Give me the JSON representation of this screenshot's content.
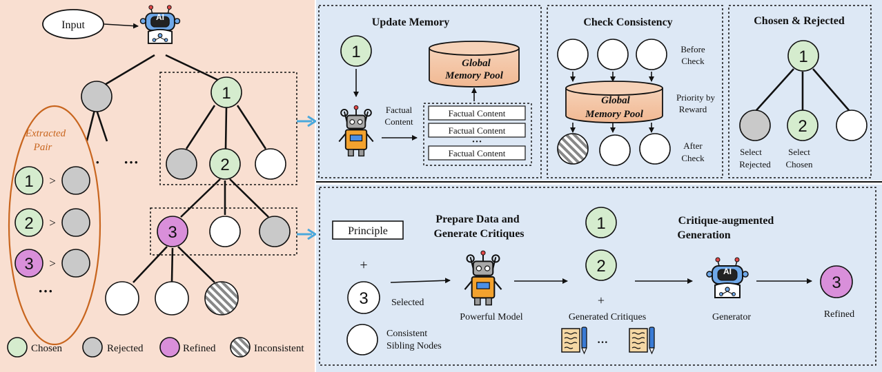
{
  "tree": {
    "input_label": "Input",
    "extracted_pair_label": "Extracted Pair",
    "ellipsis": "···",
    "vertical_ellipsis": "···",
    "node_1": "1",
    "node_2": "2",
    "node_3": "3",
    "gt": ">"
  },
  "legend": {
    "chosen": "Chosen",
    "rejected": "Rejected",
    "refined": "Refined",
    "inconsistent": "Inconsistent"
  },
  "update_memory": {
    "title": "Update Memory",
    "node": "1",
    "pool_line1": "Global",
    "pool_line2": "Memory Pool",
    "factual_content_line1": "Factual",
    "factual_content_line2": "Content",
    "items": [
      "Factual Content",
      "Factual Content",
      "Factual Content"
    ],
    "ellipsis": "···"
  },
  "check_consistency": {
    "title": "Check Consistency",
    "before_line1": "Before",
    "before_line2": "Check",
    "pool_line1": "Global",
    "pool_line2": "Memory Pool",
    "priority_line1": "Priority by",
    "priority_line2": "Reward",
    "after_line1": "After",
    "after_line2": "Check"
  },
  "chosen_rejected": {
    "title": "Chosen & Rejected",
    "top_node": "1",
    "chosen_node": "2",
    "select_rejected_line1": "Select",
    "select_rejected_line2": "Rejected",
    "select_chosen_line1": "Select",
    "select_chosen_line2": "Chosen"
  },
  "bottom": {
    "principle": "Principle",
    "plus": "+",
    "selected_node": "3",
    "selected": "Selected",
    "consistent_line1": "Consistent",
    "consistent_line2": "Sibling Nodes",
    "prepare_line1": "Prepare Data and",
    "prepare_line2": "Generate Critiques",
    "powerful_model": "Powerful Model",
    "node_1": "1",
    "node_2": "2",
    "generated_critiques": "Generated Critiques",
    "ellipsis": "···",
    "critique_line1": "Critique-augmented",
    "critique_line2": "Generation",
    "generator": "Generator",
    "refined_node": "3",
    "refined": "Refined",
    "ai_badge": "AI"
  },
  "colors": {
    "left_bg": "#f9dfd1",
    "panel_bg": "#dde8f5",
    "chosen": "#d5ecce",
    "rejected": "#c9c9c9",
    "refined": "#d98fda",
    "pool": "#f3c3a2",
    "arrow_blue": "#4aa8dc",
    "ellipse_border": "#c8651e"
  }
}
